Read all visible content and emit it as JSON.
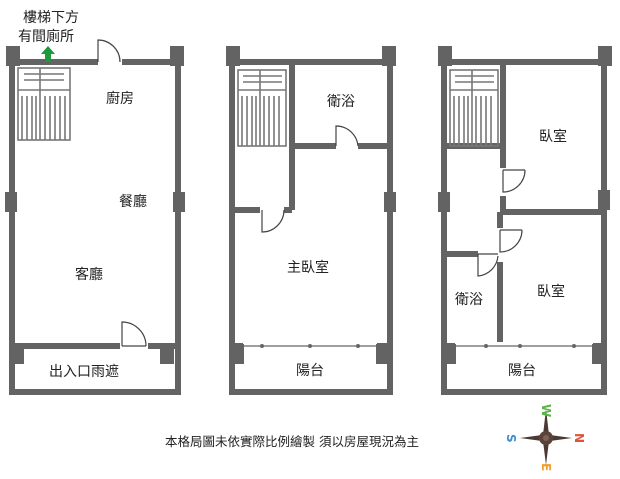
{
  "labels": {
    "stair_note_line1": "樓梯下方",
    "stair_note_line2": "有間廁所",
    "kitchen": "廚房",
    "dining": "餐廳",
    "living": "客廳",
    "entrance_canopy": "出入口雨遮",
    "bath_2f": "衛浴",
    "master_bedroom": "主臥室",
    "balcony_2f": "陽台",
    "bedroom_3f_top": "臥室",
    "bath_3f": "衛浴",
    "bedroom_3f_bottom": "臥室",
    "balcony_3f": "陽台",
    "disclaimer": "本格局圖未依實際比例繪製   須以房屋現況為主"
  },
  "compass": {
    "north": "N",
    "south": "S",
    "east": "E",
    "west": "W",
    "colors": {
      "N": "#e0533a",
      "S": "#3a8fd6",
      "E": "#f0a030",
      "W": "#58b548"
    }
  },
  "colors": {
    "wall": "#636363",
    "arrow": "#1e9a3c",
    "text": "#222222"
  }
}
